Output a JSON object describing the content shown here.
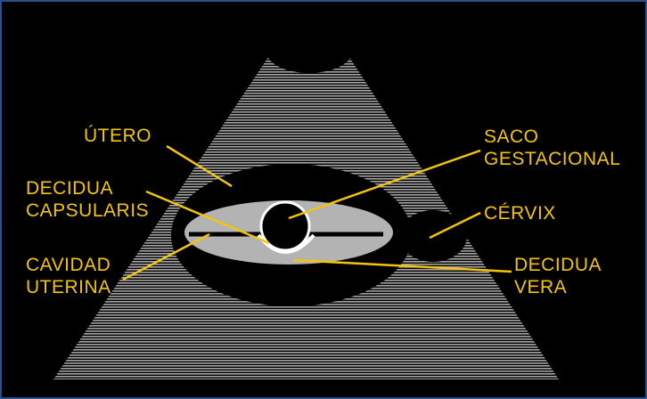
{
  "colors": {
    "background": "#000000",
    "border": "#2b4f8a",
    "label": "#f2c40e",
    "leader": "#f2c40e",
    "scan_field": "#9a9a9a",
    "organ": "#000000",
    "sac_fill": "#b3b3b3",
    "cavity": "#000000",
    "membrane": "#ffffff"
  },
  "labels": {
    "utero": "ÚTERO",
    "saco_gestacional": "SACO\nGESTACIONAL",
    "decidua_capsularis": "DECIDUA\nCAPSULARIS",
    "cervix": "CÉRVIX",
    "cavidad_uterina": "CAVIDAD\nUTERINA",
    "decidua_vera": "DECIDUA\nVERA"
  }
}
